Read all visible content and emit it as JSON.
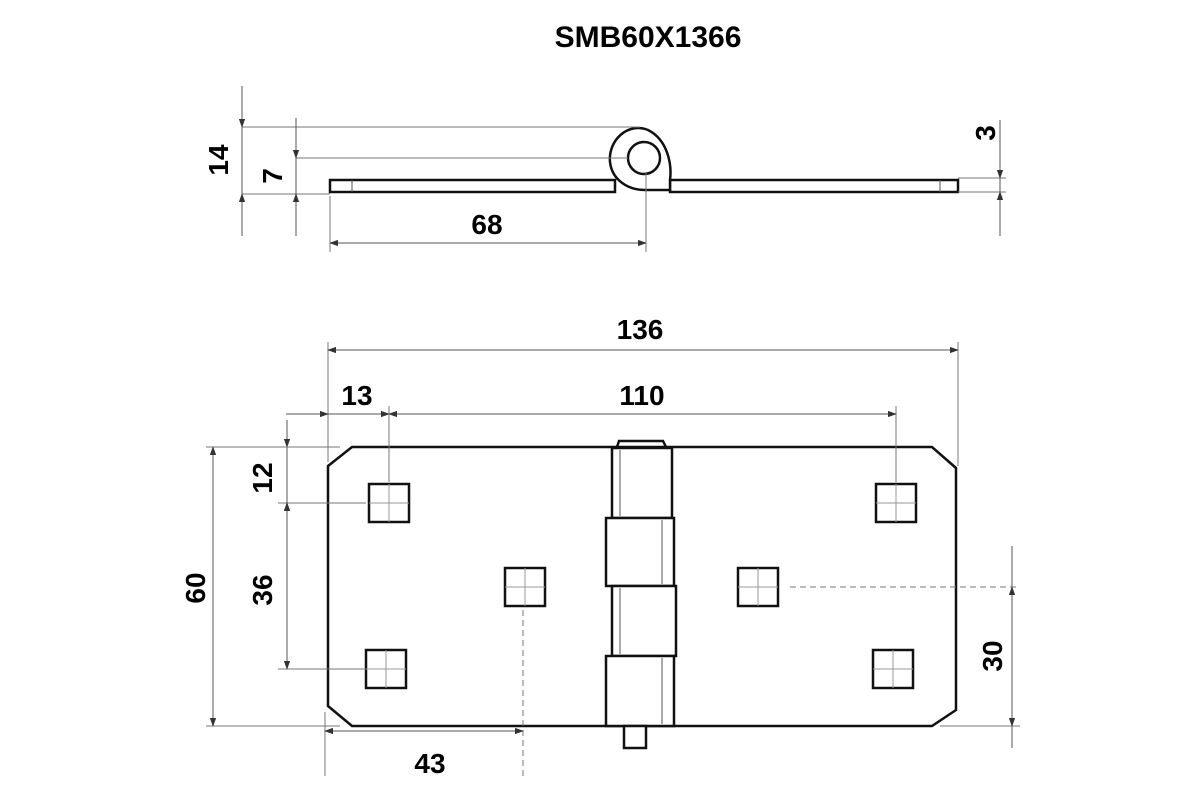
{
  "title": "SMB60X1366",
  "side_view": {
    "dims": {
      "height_total": "14",
      "pin_center_height": "7",
      "thickness": "3",
      "leaf_to_pin": "68"
    }
  },
  "top_view": {
    "dims": {
      "overall_length": "136",
      "edge_to_hole": "13",
      "hole_spacing_outer": "110",
      "top_to_hole": "12",
      "hole_spacing_vertical": "36",
      "overall_width": "60",
      "center_hole_height": "30",
      "edge_to_center_hole": "43"
    }
  }
}
